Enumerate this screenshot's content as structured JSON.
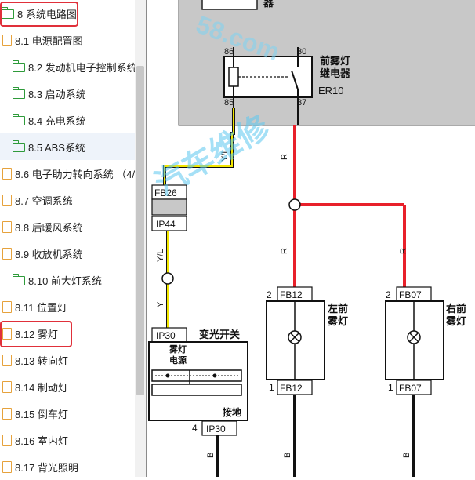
{
  "sidebar": {
    "items": [
      {
        "label": "8 系统电路图",
        "icon": "folder-icon"
      },
      {
        "label": "8.1 电源配置图",
        "icon": "doc-icon"
      },
      {
        "label": "8.2 发动机电子控制系统",
        "icon": "folder-icon"
      },
      {
        "label": "8.3 启动系统",
        "icon": "folder-icon"
      },
      {
        "label": "8.4 充电系统",
        "icon": "folder-icon"
      },
      {
        "label": "8.5 ABS系统",
        "icon": "folder-icon"
      },
      {
        "label": "8.6 电子助力转向系统 （4/",
        "icon": "doc-icon"
      },
      {
        "label": "8.7 空调系统",
        "icon": "doc-icon"
      },
      {
        "label": "8.8 后暖风系统",
        "icon": "doc-icon"
      },
      {
        "label": "8.9 收放机系统",
        "icon": "doc-icon"
      },
      {
        "label": "8.10 前大灯系统",
        "icon": "folder-icon"
      },
      {
        "label": "8.11 位置灯",
        "icon": "doc-icon"
      },
      {
        "label": "8.12 雾灯",
        "icon": "doc-icon"
      },
      {
        "label": "8.13 转向灯",
        "icon": "doc-icon"
      },
      {
        "label": "8.14 制动灯",
        "icon": "doc-icon"
      },
      {
        "label": "8.15 倒车灯",
        "icon": "doc-icon"
      },
      {
        "label": "8.16 室内灯",
        "icon": "doc-icon"
      },
      {
        "label": "8.17 背光照明",
        "icon": "doc-icon"
      }
    ]
  },
  "diagram": {
    "top_fragment": "器",
    "relay": {
      "name": "前雾灯\n继电器",
      "code": "ER10",
      "pins": [
        "86",
        "30",
        "85",
        "87"
      ]
    },
    "wire_colors": {
      "yl": "Y/L",
      "r": "R",
      "y": "Y",
      "b": "B"
    },
    "connectors": {
      "fb26": "FB26",
      "ip44": "IP44",
      "ip30": "IP30",
      "fb12": "FB12",
      "fb07": "FB07"
    },
    "switch": {
      "title": "变光开关",
      "fog_label": "雾灯\n电源",
      "ground": "接地",
      "pin": "4"
    },
    "lamps": {
      "left": "左前\n雾灯",
      "right": "右前\n雾灯",
      "pin_top": "2",
      "pin_bottom": "1"
    },
    "watermark": "汽车维修",
    "watermark_url": "58.com"
  },
  "colors": {
    "yellow": "#f2e600",
    "red": "#e8202a",
    "green": "#39a844",
    "gray": "#c8c8c8"
  }
}
